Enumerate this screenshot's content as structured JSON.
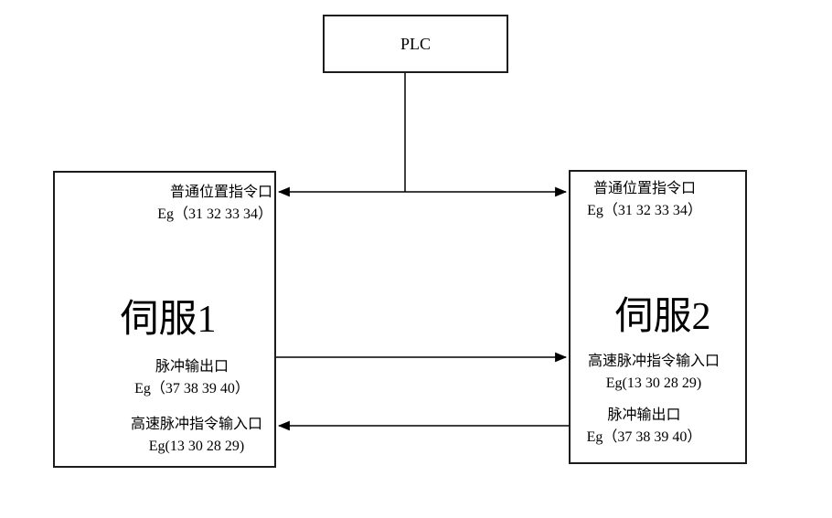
{
  "plc": {
    "label": "PLC"
  },
  "servo1": {
    "title": "伺服1",
    "top_port": {
      "line1": "普通位置指令口",
      "line2": "Eg（31 32 33 34）"
    },
    "mid_port": {
      "line1": "脉冲输出口",
      "line2": "Eg（37 38 39 40）"
    },
    "bottom_port": {
      "line1": "高速脉冲指令输入口",
      "line2": "Eg(13 30 28 29)"
    }
  },
  "servo2": {
    "title": "伺服2",
    "top_port": {
      "line1": "普通位置指令口",
      "line2": "Eg（31 32 33 34）"
    },
    "mid_port": {
      "line1": "高速脉冲指令输入口",
      "line2": "Eg(13 30 28 29)"
    },
    "bottom_port": {
      "line1": "脉冲输出口",
      "line2": "Eg（37 38 39 40）"
    }
  },
  "connections": [
    {
      "name": "plc-to-both-servos",
      "style": "double-headed-arrow",
      "endpoints": "普通位置指令口 ↔ PLC ↔ 普通位置指令口"
    },
    {
      "name": "servo1-to-servo2",
      "style": "arrow-right",
      "endpoints": "伺服1 脉冲输出口 → 伺服2 高速脉冲指令输入口"
    },
    {
      "name": "servo2-to-servo1",
      "style": "arrow-left",
      "endpoints": "伺服2 脉冲输出口 → 伺服1 高速脉冲指令输入口"
    }
  ],
  "colors": {
    "line": "#000000",
    "border": "#1c1c1c",
    "text": "#000000",
    "background": "#ffffff"
  }
}
